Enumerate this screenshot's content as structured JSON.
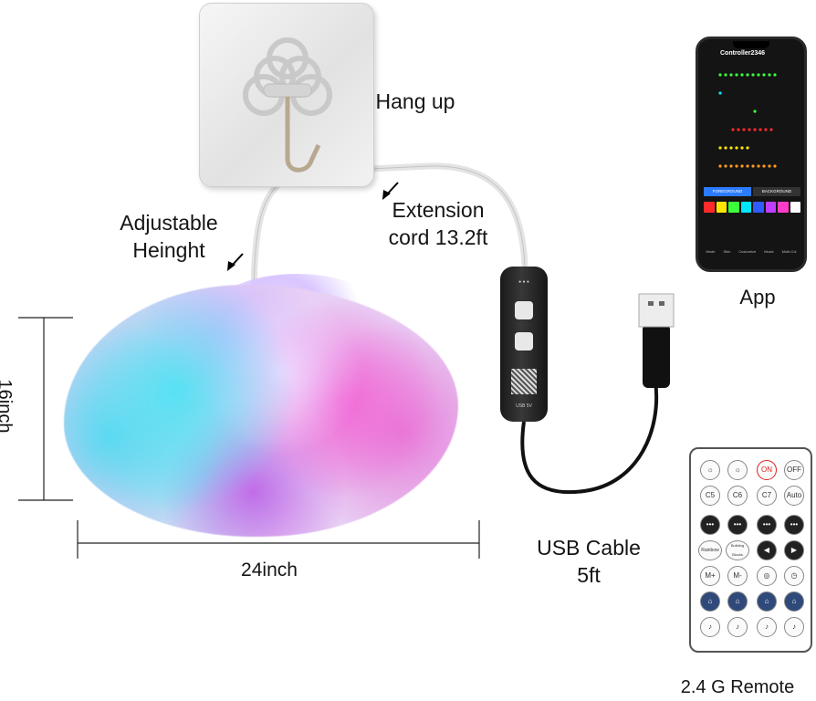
{
  "labels": {
    "hang_up": "Hang up",
    "adjustable_line1": "Adjustable",
    "adjustable_line2": "Heinght",
    "extension_line1": "Extension",
    "extension_line2": "cord 13.2ft",
    "height_dim": "16inch",
    "width_dim": "24inch",
    "usb_line1": "USB Cable",
    "usb_line2": "5ft",
    "app": "App",
    "remote": "2.4 G Remote"
  },
  "phone": {
    "title": "Controller2346",
    "tab_foreground": "FOREGROUND",
    "tab_background": "BACKGROUND",
    "nav": [
      "Mode",
      "Skin",
      "Customize",
      "Music",
      "Multi-Col"
    ],
    "swatch_colors": [
      "#ff2b2b",
      "#ffe600",
      "#3cff3c",
      "#00e5ff",
      "#2f5bff",
      "#c03cff",
      "#ff3cc8",
      "#ffffff"
    ]
  },
  "remote": {
    "on": "ON",
    "off": "OFF",
    "auto": "Auto",
    "rainbow": "Rainbow",
    "building_blocks": "Building Blocks",
    "m_plus": "M+",
    "m_minus": "M-",
    "c5": "C5",
    "c6": "C6",
    "c7": "C7"
  }
}
